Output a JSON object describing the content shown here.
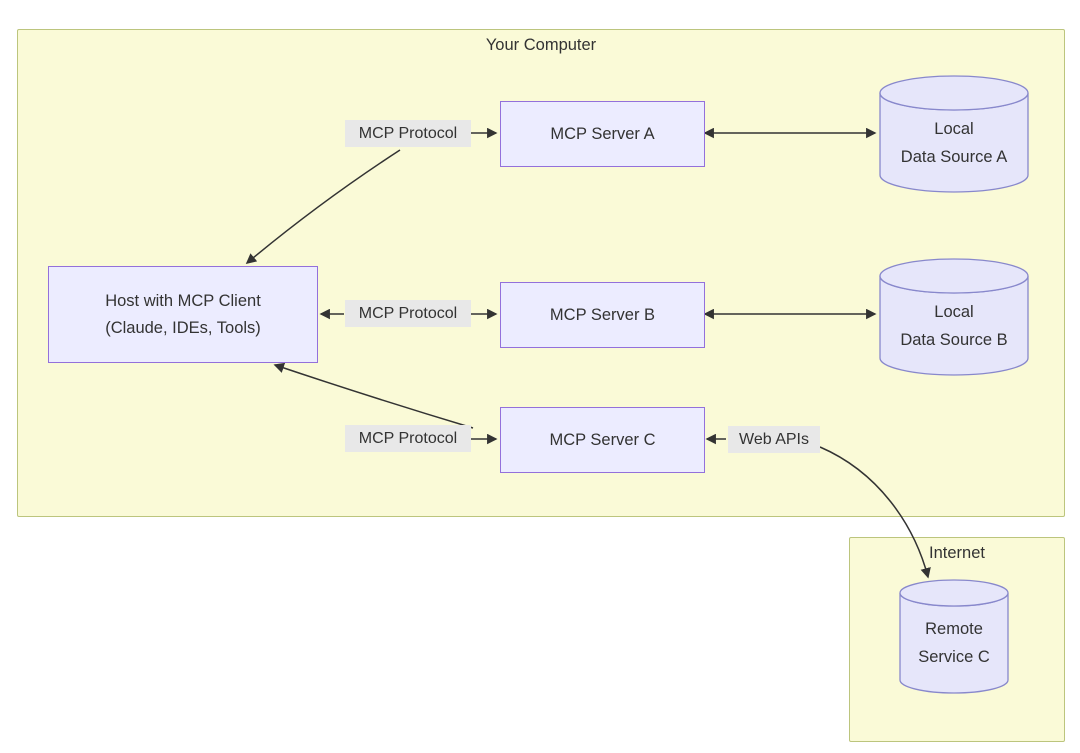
{
  "groups": {
    "your_computer": {
      "title": "Your Computer"
    },
    "internet": {
      "title": "Internet"
    }
  },
  "nodes": {
    "host": {
      "line1": "Host with MCP Client",
      "line2": "(Claude, IDEs, Tools)"
    },
    "server_a": {
      "label": "MCP Server A"
    },
    "server_b": {
      "label": "MCP Server B"
    },
    "server_c": {
      "label": "MCP Server C"
    },
    "data_source_a": {
      "line1": "Local",
      "line2": "Data Source A"
    },
    "data_source_b": {
      "line1": "Local",
      "line2": "Data Source B"
    },
    "remote_service_c": {
      "line1": "Remote",
      "line2": "Service C"
    }
  },
  "edge_labels": {
    "mcp_protocol_a": "MCP Protocol",
    "mcp_protocol_b": "MCP Protocol",
    "mcp_protocol_c": "MCP Protocol",
    "web_apis": "Web APIs"
  },
  "colors": {
    "group_fill": "#FAFAD7",
    "group_border": "#BCC57D",
    "node_fill": "#ECECFF",
    "node_border": "#9370DB",
    "cylinder_fill": "#E6E6FA",
    "cylinder_border": "#8888CC",
    "edge_label_bg": "#E8E8E8",
    "edge_color": "#333333",
    "text_color": "#333333"
  }
}
